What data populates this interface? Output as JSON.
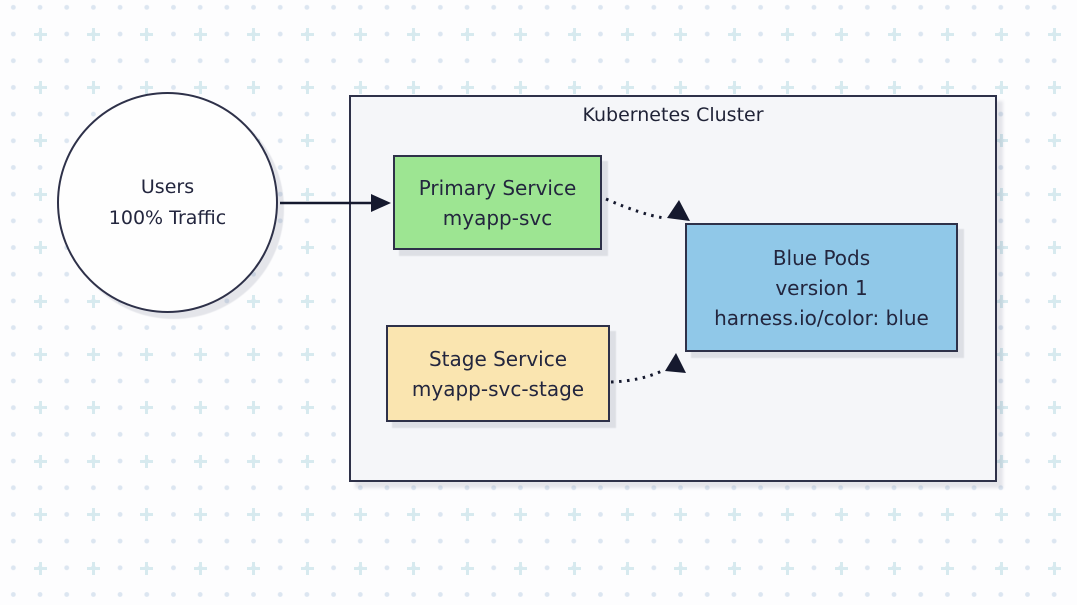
{
  "diagram": {
    "cluster_title": "Kubernetes Cluster",
    "users_node": {
      "line1": "Users",
      "line2": "100% Traffic"
    },
    "primary_service": {
      "line1": "Primary Service",
      "line2": "myapp-svc"
    },
    "stage_service": {
      "line1": "Stage Service",
      "line2": "myapp-svc-stage"
    },
    "blue_pods": {
      "line1": "Blue Pods",
      "line2": "version 1",
      "line3": "harness.io/color: blue"
    },
    "edges": [
      {
        "from": "users",
        "to": "primary-service",
        "style": "solid"
      },
      {
        "from": "primary-service",
        "to": "blue-pods",
        "style": "dotted"
      },
      {
        "from": "stage-service",
        "to": "blue-pods",
        "style": "dotted"
      }
    ],
    "colors": {
      "stroke": "#2e3149",
      "text": "#23263e",
      "cluster_fill": "#f5f6f9",
      "primary_service_fill": "#9de592",
      "stage_service_fill": "#fae5b0",
      "blue_pods_fill": "#90c8e8",
      "grid_dot": "#dce6f1",
      "grid_plus": "#d7eaef",
      "page_background": "#fdfdfe"
    }
  }
}
